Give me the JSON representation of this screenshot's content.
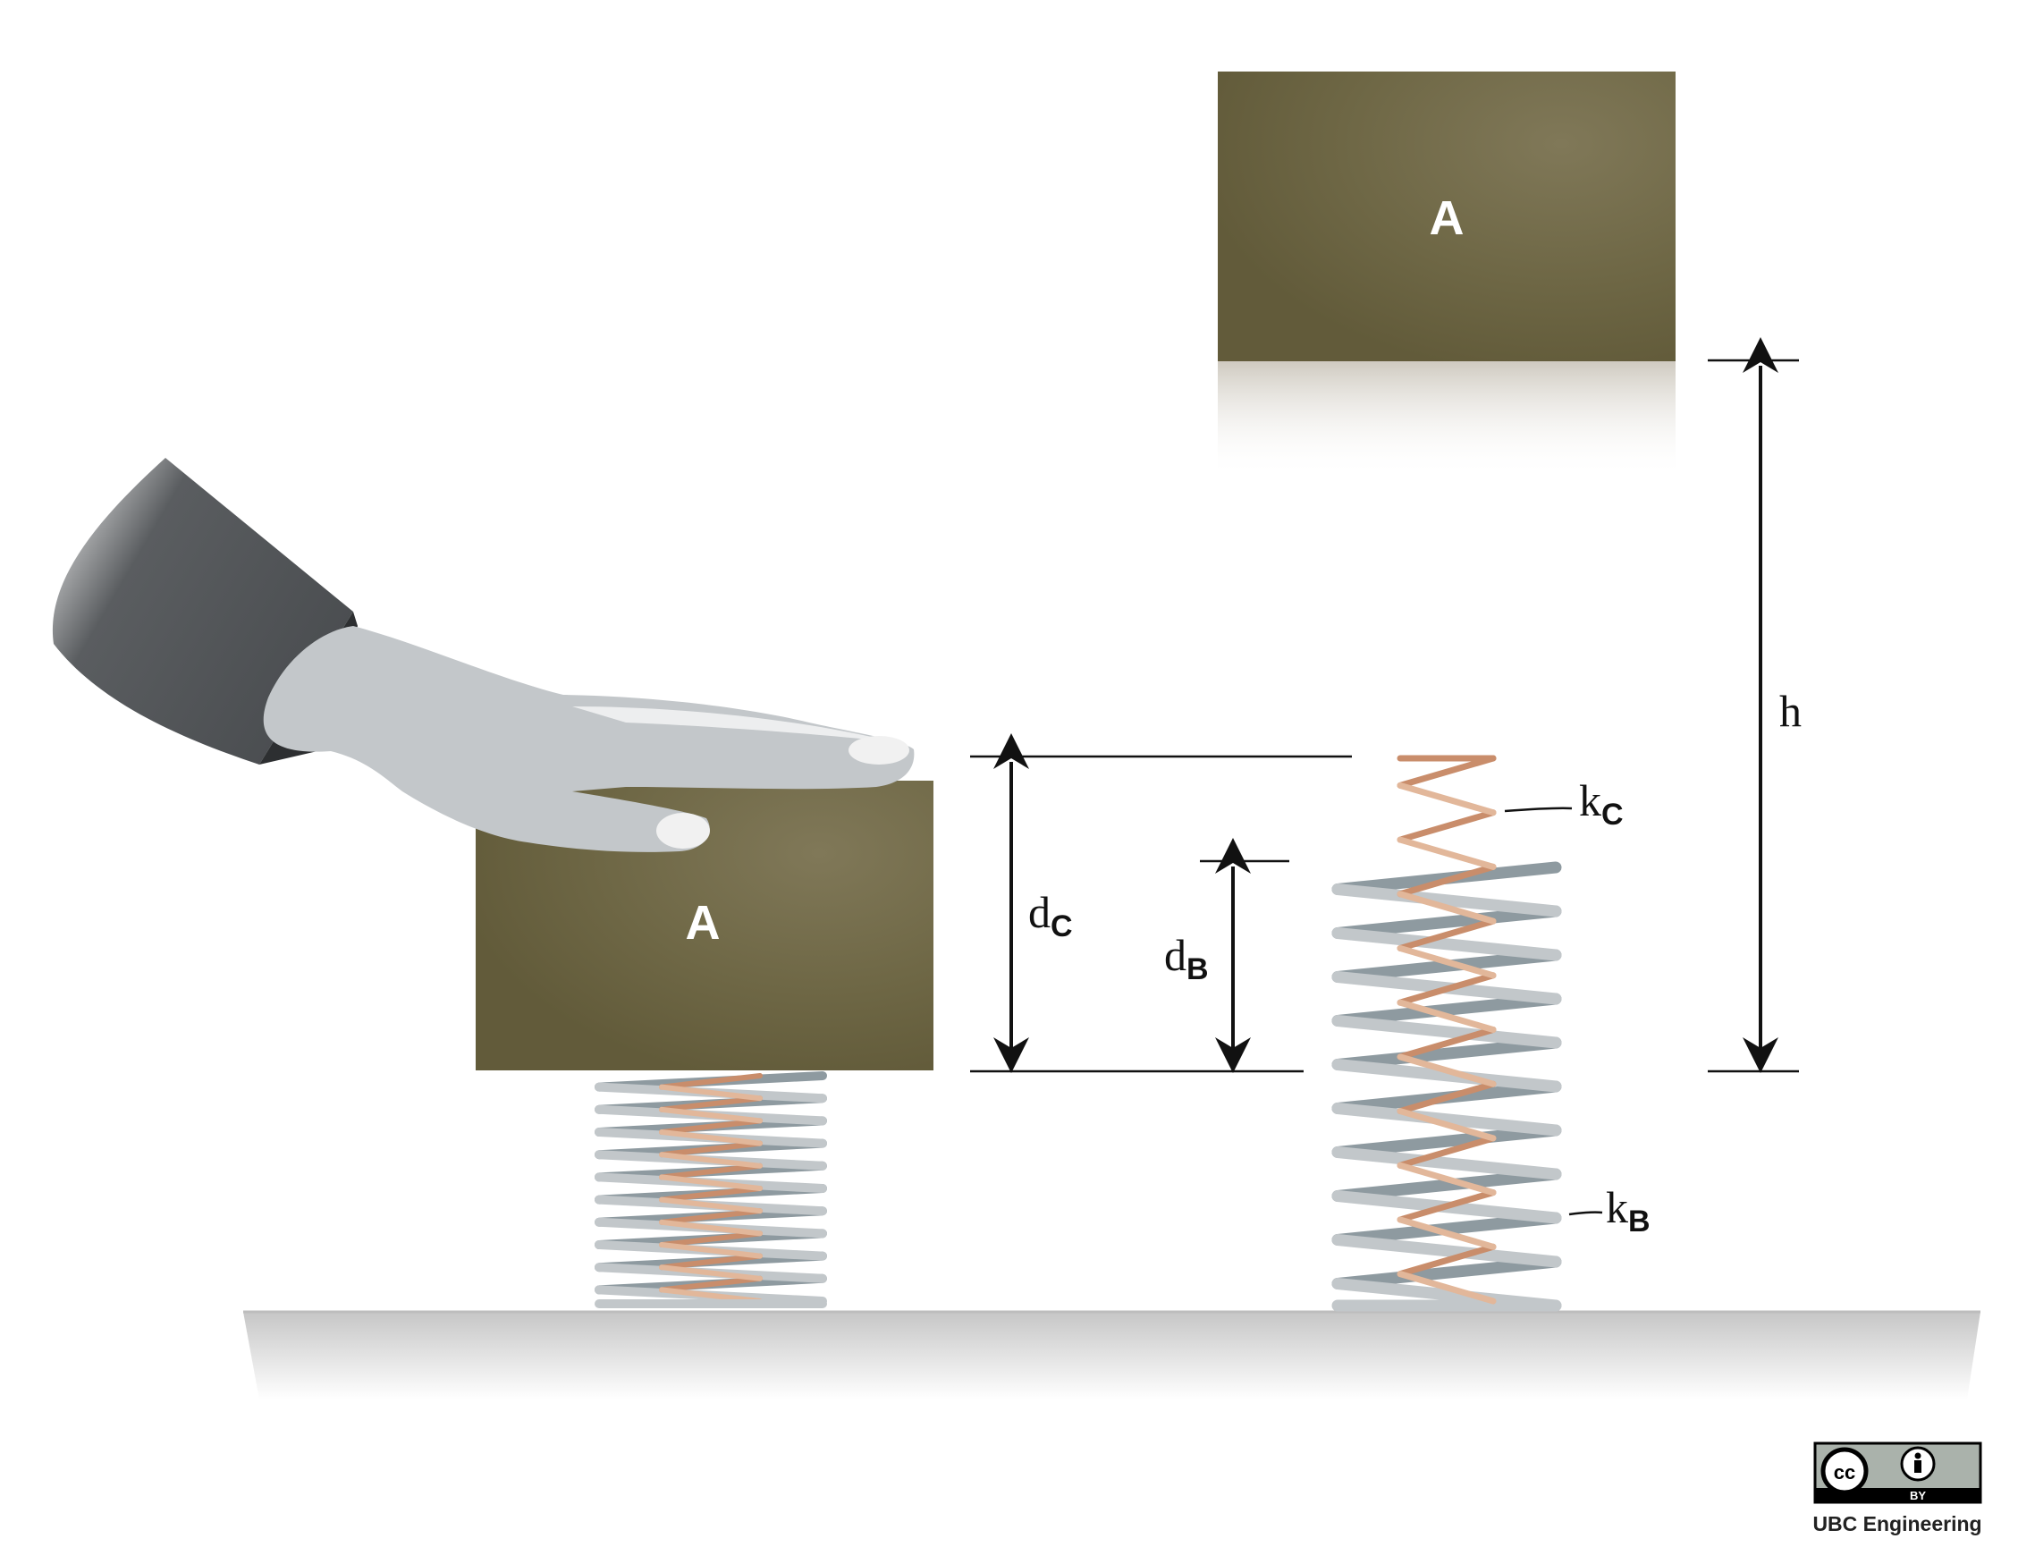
{
  "blocks": {
    "raised_label": "A",
    "pressed_label": "A"
  },
  "dimensions": {
    "h": {
      "main": "h",
      "sub": ""
    },
    "dC": {
      "main": "d",
      "sub": "C"
    },
    "dB": {
      "main": "d",
      "sub": "B"
    }
  },
  "springs": {
    "kC": {
      "main": "k",
      "sub": "C"
    },
    "kB": {
      "main": "k",
      "sub": "B"
    }
  },
  "license": {
    "cc": "cc",
    "by": "BY",
    "credit": "UBC Engineering"
  },
  "colors": {
    "block": "#6b6440",
    "block_highlight": "#7f7658",
    "spring_outer": "#c2c7ca",
    "spring_outer_back": "#8e9aa0",
    "spring_inner": "#e2b79a",
    "spring_inner_back": "#c98d6b",
    "sleeve": "#4d5053",
    "hand": "#c4c8cb",
    "ground": "#d0d0d0"
  }
}
